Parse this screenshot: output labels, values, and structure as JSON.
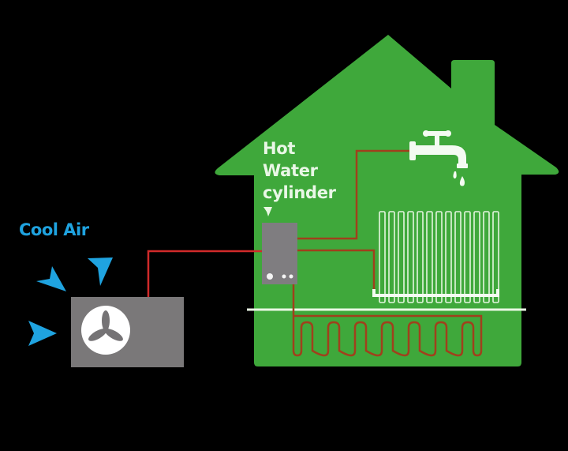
{
  "title": "Air source heat pump heating diagram",
  "labels": {
    "cool_air": "Cool Air",
    "hot_water_lines": [
      "Hot",
      "Water",
      "cylinder"
    ]
  },
  "components": [
    {
      "id": "outdoor-unit",
      "name": "Heat pump outdoor unit",
      "icon": "fan-icon"
    },
    {
      "id": "hot-water-cylinder",
      "name": "Hot water cylinder"
    },
    {
      "id": "tap",
      "name": "Tap",
      "icon": "faucet-icon"
    },
    {
      "id": "radiator",
      "name": "Radiator",
      "icon": "radiator-icon"
    },
    {
      "id": "underfloor-heating",
      "name": "Underfloor heating loop"
    }
  ],
  "arrows": {
    "count": 3,
    "direction": "towards-unit",
    "meaning": "Cool Air"
  },
  "colors": {
    "background": "#000000",
    "house": "#3fa83b",
    "pipe": "#b83a1e",
    "pipe_outdoor": "#d12a2a",
    "unit": "#7a7879",
    "cylinder": "#7f7d80",
    "cool_air": "#1fa3e0",
    "white": "#f4fbf2"
  }
}
